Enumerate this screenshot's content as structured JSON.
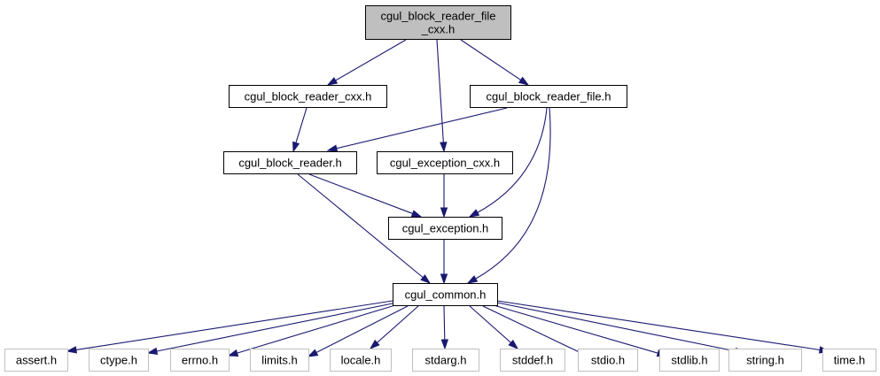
{
  "graph": {
    "nodes": [
      {
        "id": "root",
        "lines": [
          "cgul_block_reader_file",
          "_cxx.h"
        ],
        "kind": "root"
      },
      {
        "id": "brcxx",
        "lines": [
          "cgul_block_reader_cxx.h"
        ],
        "kind": "internal"
      },
      {
        "id": "brfile",
        "lines": [
          "cgul_block_reader_file.h"
        ],
        "kind": "internal"
      },
      {
        "id": "br",
        "lines": [
          "cgul_block_reader.h"
        ],
        "kind": "internal"
      },
      {
        "id": "excxx",
        "lines": [
          "cgul_exception_cxx.h"
        ],
        "kind": "internal"
      },
      {
        "id": "exc",
        "lines": [
          "cgul_exception.h"
        ],
        "kind": "internal"
      },
      {
        "id": "common",
        "lines": [
          "cgul_common.h"
        ],
        "kind": "internal"
      },
      {
        "id": "assert",
        "lines": [
          "assert.h"
        ],
        "kind": "external"
      },
      {
        "id": "ctype",
        "lines": [
          "ctype.h"
        ],
        "kind": "external"
      },
      {
        "id": "errno",
        "lines": [
          "errno.h"
        ],
        "kind": "external"
      },
      {
        "id": "limits",
        "lines": [
          "limits.h"
        ],
        "kind": "external"
      },
      {
        "id": "locale",
        "lines": [
          "locale.h"
        ],
        "kind": "external"
      },
      {
        "id": "stdarg",
        "lines": [
          "stdarg.h"
        ],
        "kind": "external"
      },
      {
        "id": "stddef",
        "lines": [
          "stddef.h"
        ],
        "kind": "external"
      },
      {
        "id": "stdio",
        "lines": [
          "stdio.h"
        ],
        "kind": "external"
      },
      {
        "id": "stdlib",
        "lines": [
          "stdlib.h"
        ],
        "kind": "external"
      },
      {
        "id": "string",
        "lines": [
          "string.h"
        ],
        "kind": "external"
      },
      {
        "id": "time",
        "lines": [
          "time.h"
        ],
        "kind": "external"
      }
    ],
    "edges": [
      [
        "root",
        "brcxx"
      ],
      [
        "root",
        "excxx"
      ],
      [
        "root",
        "brfile"
      ],
      [
        "brcxx",
        "br"
      ],
      [
        "brfile",
        "br"
      ],
      [
        "brfile",
        "exc"
      ],
      [
        "brfile",
        "common"
      ],
      [
        "br",
        "exc"
      ],
      [
        "br",
        "common"
      ],
      [
        "excxx",
        "exc"
      ],
      [
        "exc",
        "common"
      ],
      [
        "common",
        "assert"
      ],
      [
        "common",
        "ctype"
      ],
      [
        "common",
        "errno"
      ],
      [
        "common",
        "limits"
      ],
      [
        "common",
        "locale"
      ],
      [
        "common",
        "stdarg"
      ],
      [
        "common",
        "stddef"
      ],
      [
        "common",
        "stdio"
      ],
      [
        "common",
        "stdlib"
      ],
      [
        "common",
        "string"
      ],
      [
        "common",
        "time"
      ]
    ],
    "colors": {
      "edge": "#191970",
      "root_fill": "#bfbfbf",
      "root_border": "#000000",
      "internal_border": "#000000",
      "external_border": "#bfbfbf",
      "fill": "#ffffff"
    }
  }
}
